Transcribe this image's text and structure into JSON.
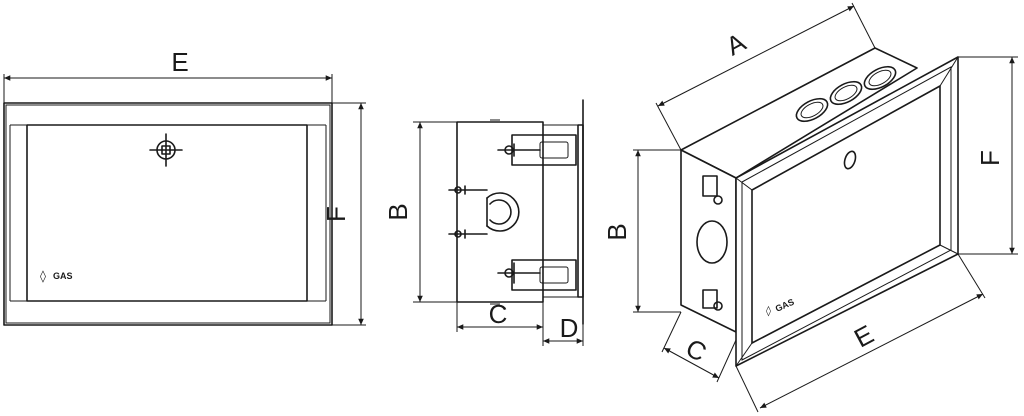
{
  "front_view": {
    "dim_width_label": "E",
    "dim_height_label": "F",
    "logo_symbol": "◊",
    "logo_text": "GAS"
  },
  "side_view": {
    "dim_height_label": "B",
    "dim_depth_label": "C",
    "dim_frame_label": "D"
  },
  "iso_view": {
    "dim_depth_label": "A",
    "dim_box_height_label": "B",
    "dim_side_label": "C",
    "dim_width_label": "E",
    "dim_frame_height_label": "F",
    "logo_symbol": "◊",
    "logo_text": "GAS"
  }
}
